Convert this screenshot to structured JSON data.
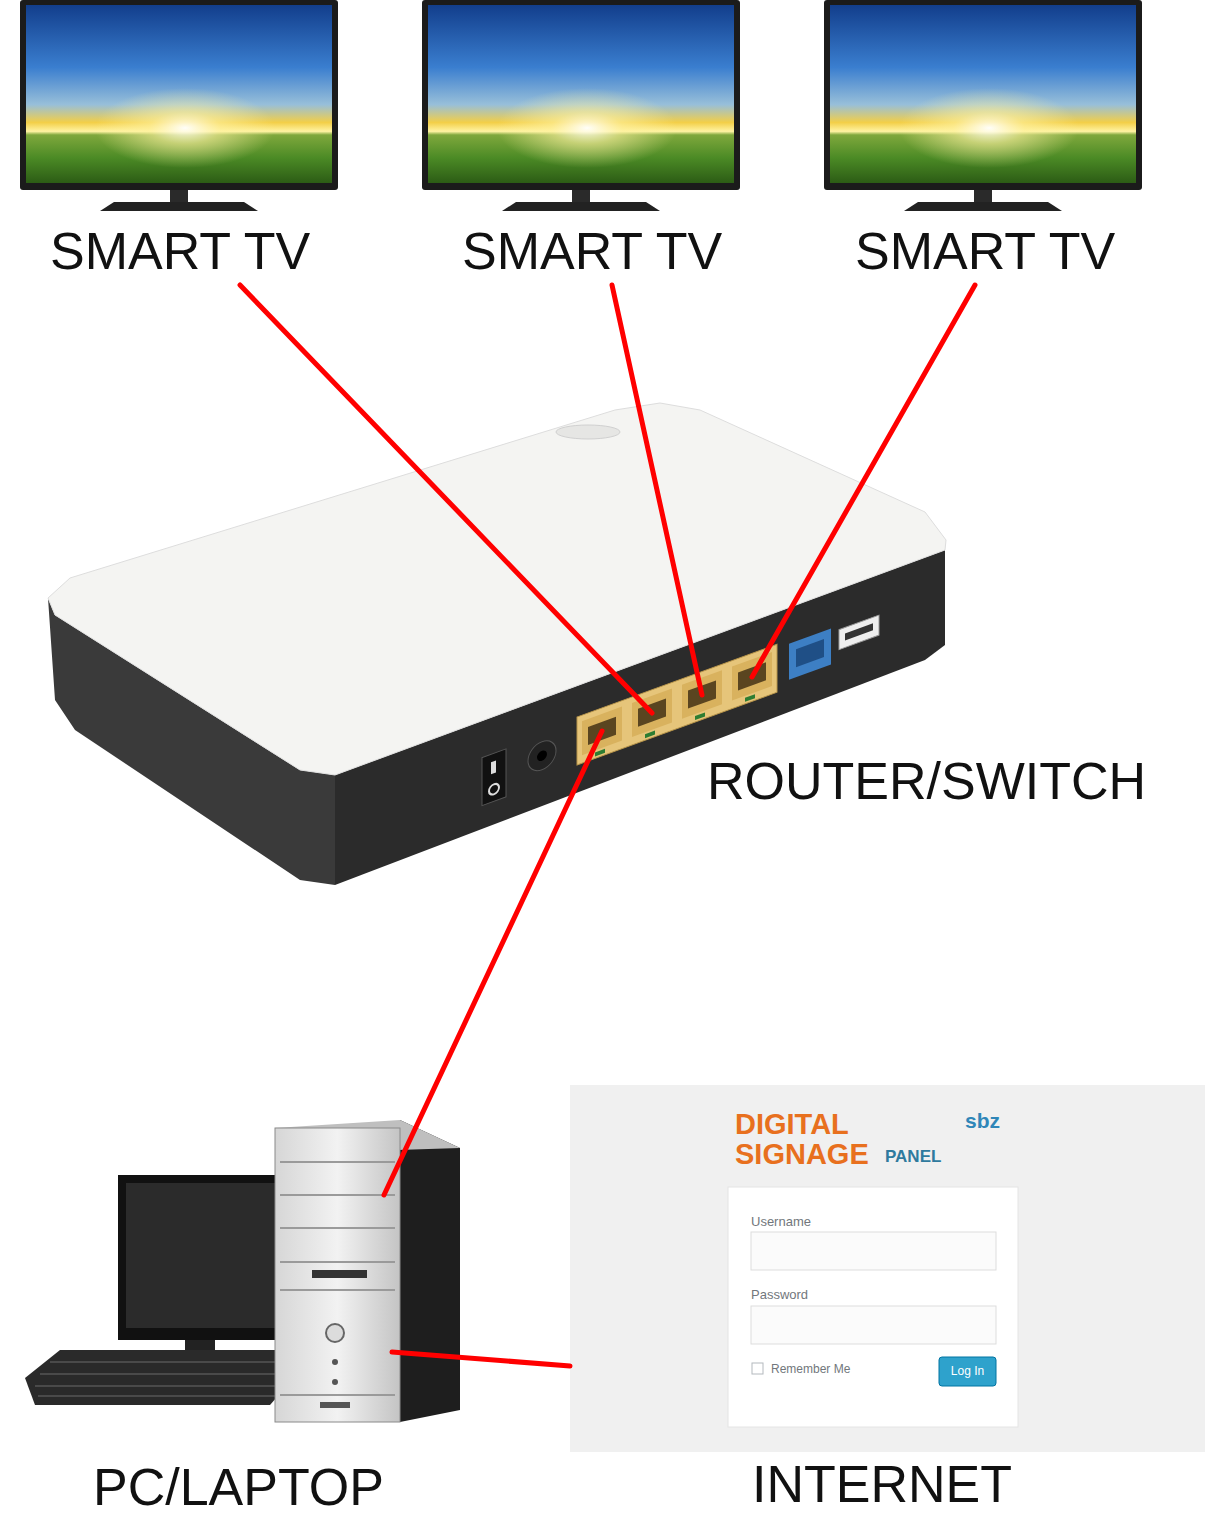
{
  "diagram": {
    "nodes": [
      {
        "text": [
          "SMART TV"
        ]
      },
      {
        "text": [
          "SMART TV"
        ]
      },
      {
        "text": [
          "SMART TV"
        ]
      },
      {
        "text": [
          "ROUTER/SWITCH"
        ]
      },
      {
        "text": [
          "PC/LAPTOP"
        ]
      },
      {
        "text": [
          "DIGITAL",
          "SIGNAGE",
          "PANEL",
          "sbz",
          "INTERNET"
        ]
      },
      {
        "text": [
          "Username",
          "Password",
          "Remember Me"
        ],
        "in": 5
      },
      {
        "text": [
          "Log In"
        ],
        "in": 6
      }
    ],
    "edges": [
      {
        "from": 0,
        "to": 3,
        "arrow": "none"
      },
      {
        "from": 1,
        "to": 3,
        "arrow": "none"
      },
      {
        "from": 2,
        "to": 3,
        "arrow": "none"
      },
      {
        "from": 3,
        "to": 4,
        "arrow": "none"
      },
      {
        "from": 4,
        "to": 5,
        "arrow": "none"
      }
    ]
  }
}
